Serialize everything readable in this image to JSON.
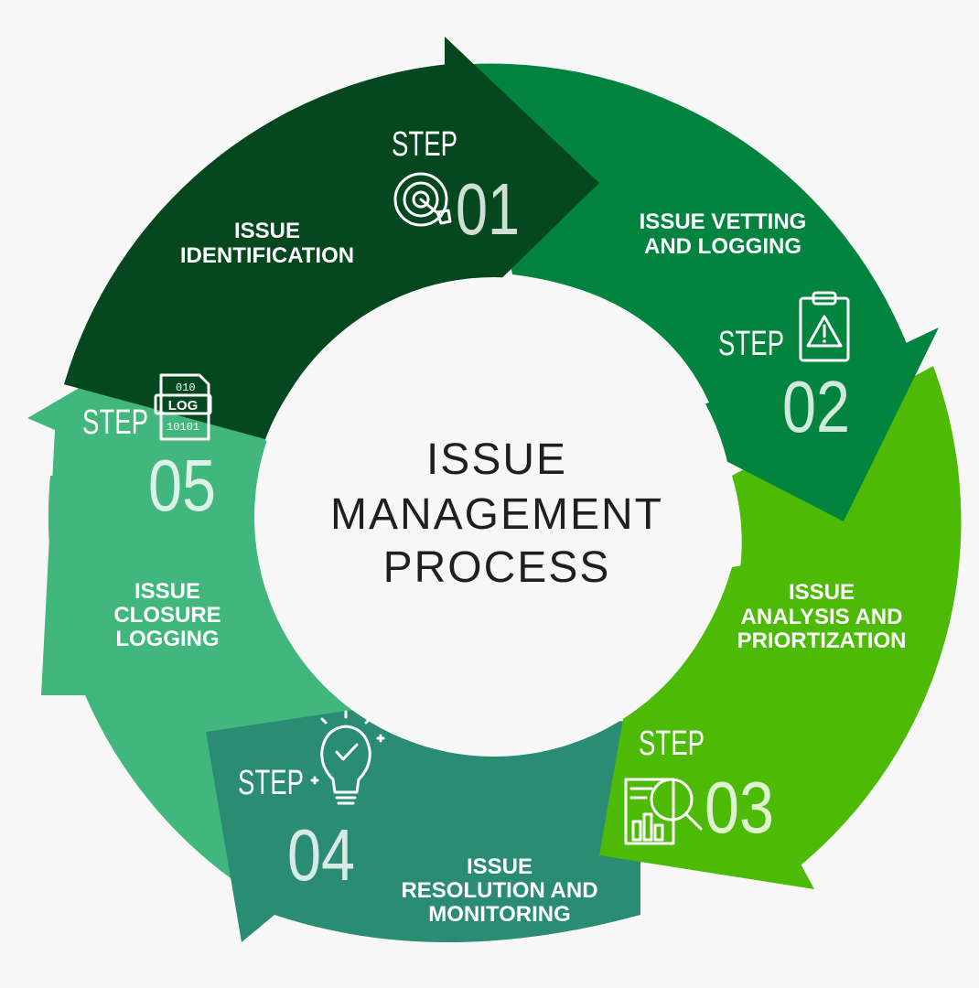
{
  "title": {
    "line1": "ISSUE",
    "line2": "MANAGEMENT",
    "line3": "PROCESS"
  },
  "colors": {
    "background": "#f7f7f7",
    "step1": "#05471e",
    "step2": "#02843f",
    "step3": "#4dba06",
    "step4": "#298c73",
    "step5": "#41b77e",
    "text": "#1f1f1f"
  },
  "steps": [
    {
      "step_label": "STEP",
      "number": "01",
      "name_lines": [
        "ISSUE",
        "IDENTIFICATION"
      ],
      "icon": "target-icon"
    },
    {
      "step_label": "STEP",
      "number": "02",
      "name_lines": [
        "ISSUE VETTING",
        "AND LOGGING"
      ],
      "icon": "clipboard-warning-icon"
    },
    {
      "step_label": "STEP",
      "number": "03",
      "name_lines": [
        "ISSUE",
        "ANALYSIS AND",
        "PRIORTIZATION"
      ],
      "icon": "magnifier-chart-icon"
    },
    {
      "step_label": "STEP",
      "number": "04",
      "name_lines": [
        "ISSUE",
        "RESOLUTION AND",
        "MONITORING"
      ],
      "icon": "lightbulb-check-icon"
    },
    {
      "step_label": "STEP",
      "number": "05",
      "name_lines": [
        "ISSUE",
        "CLOSURE",
        "LOGGING"
      ],
      "icon": "log-file-icon"
    }
  ],
  "icons": {
    "log_word": "LOG",
    "binary_top": "010",
    "binary_bottom": "10101"
  }
}
